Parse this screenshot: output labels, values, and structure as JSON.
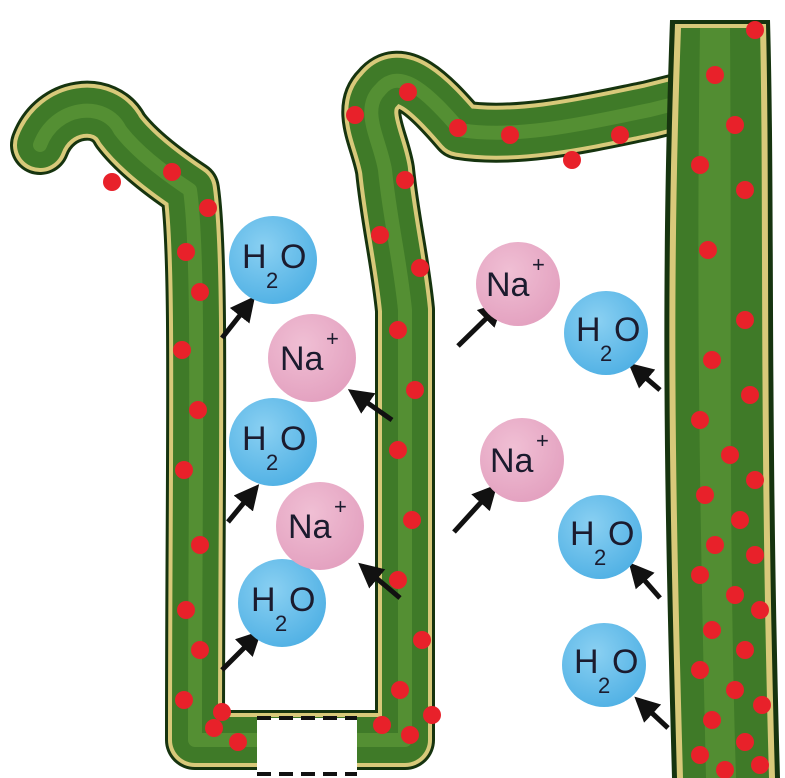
{
  "labels": {
    "water_main": "H",
    "water_sub": "2",
    "water_tail": "O",
    "sodium_main": "Na",
    "sodium_sup": "+"
  },
  "colors": {
    "tubule_outer": "#16340f",
    "tubule_border": "#d8c97a",
    "tubule_fill": "#3f7a28",
    "tubule_highlight": "#7fb04a",
    "dots": "#e8212a",
    "water": "#5fb9e8",
    "sodium": "#e6a6c4",
    "arrow": "#111111"
  }
}
